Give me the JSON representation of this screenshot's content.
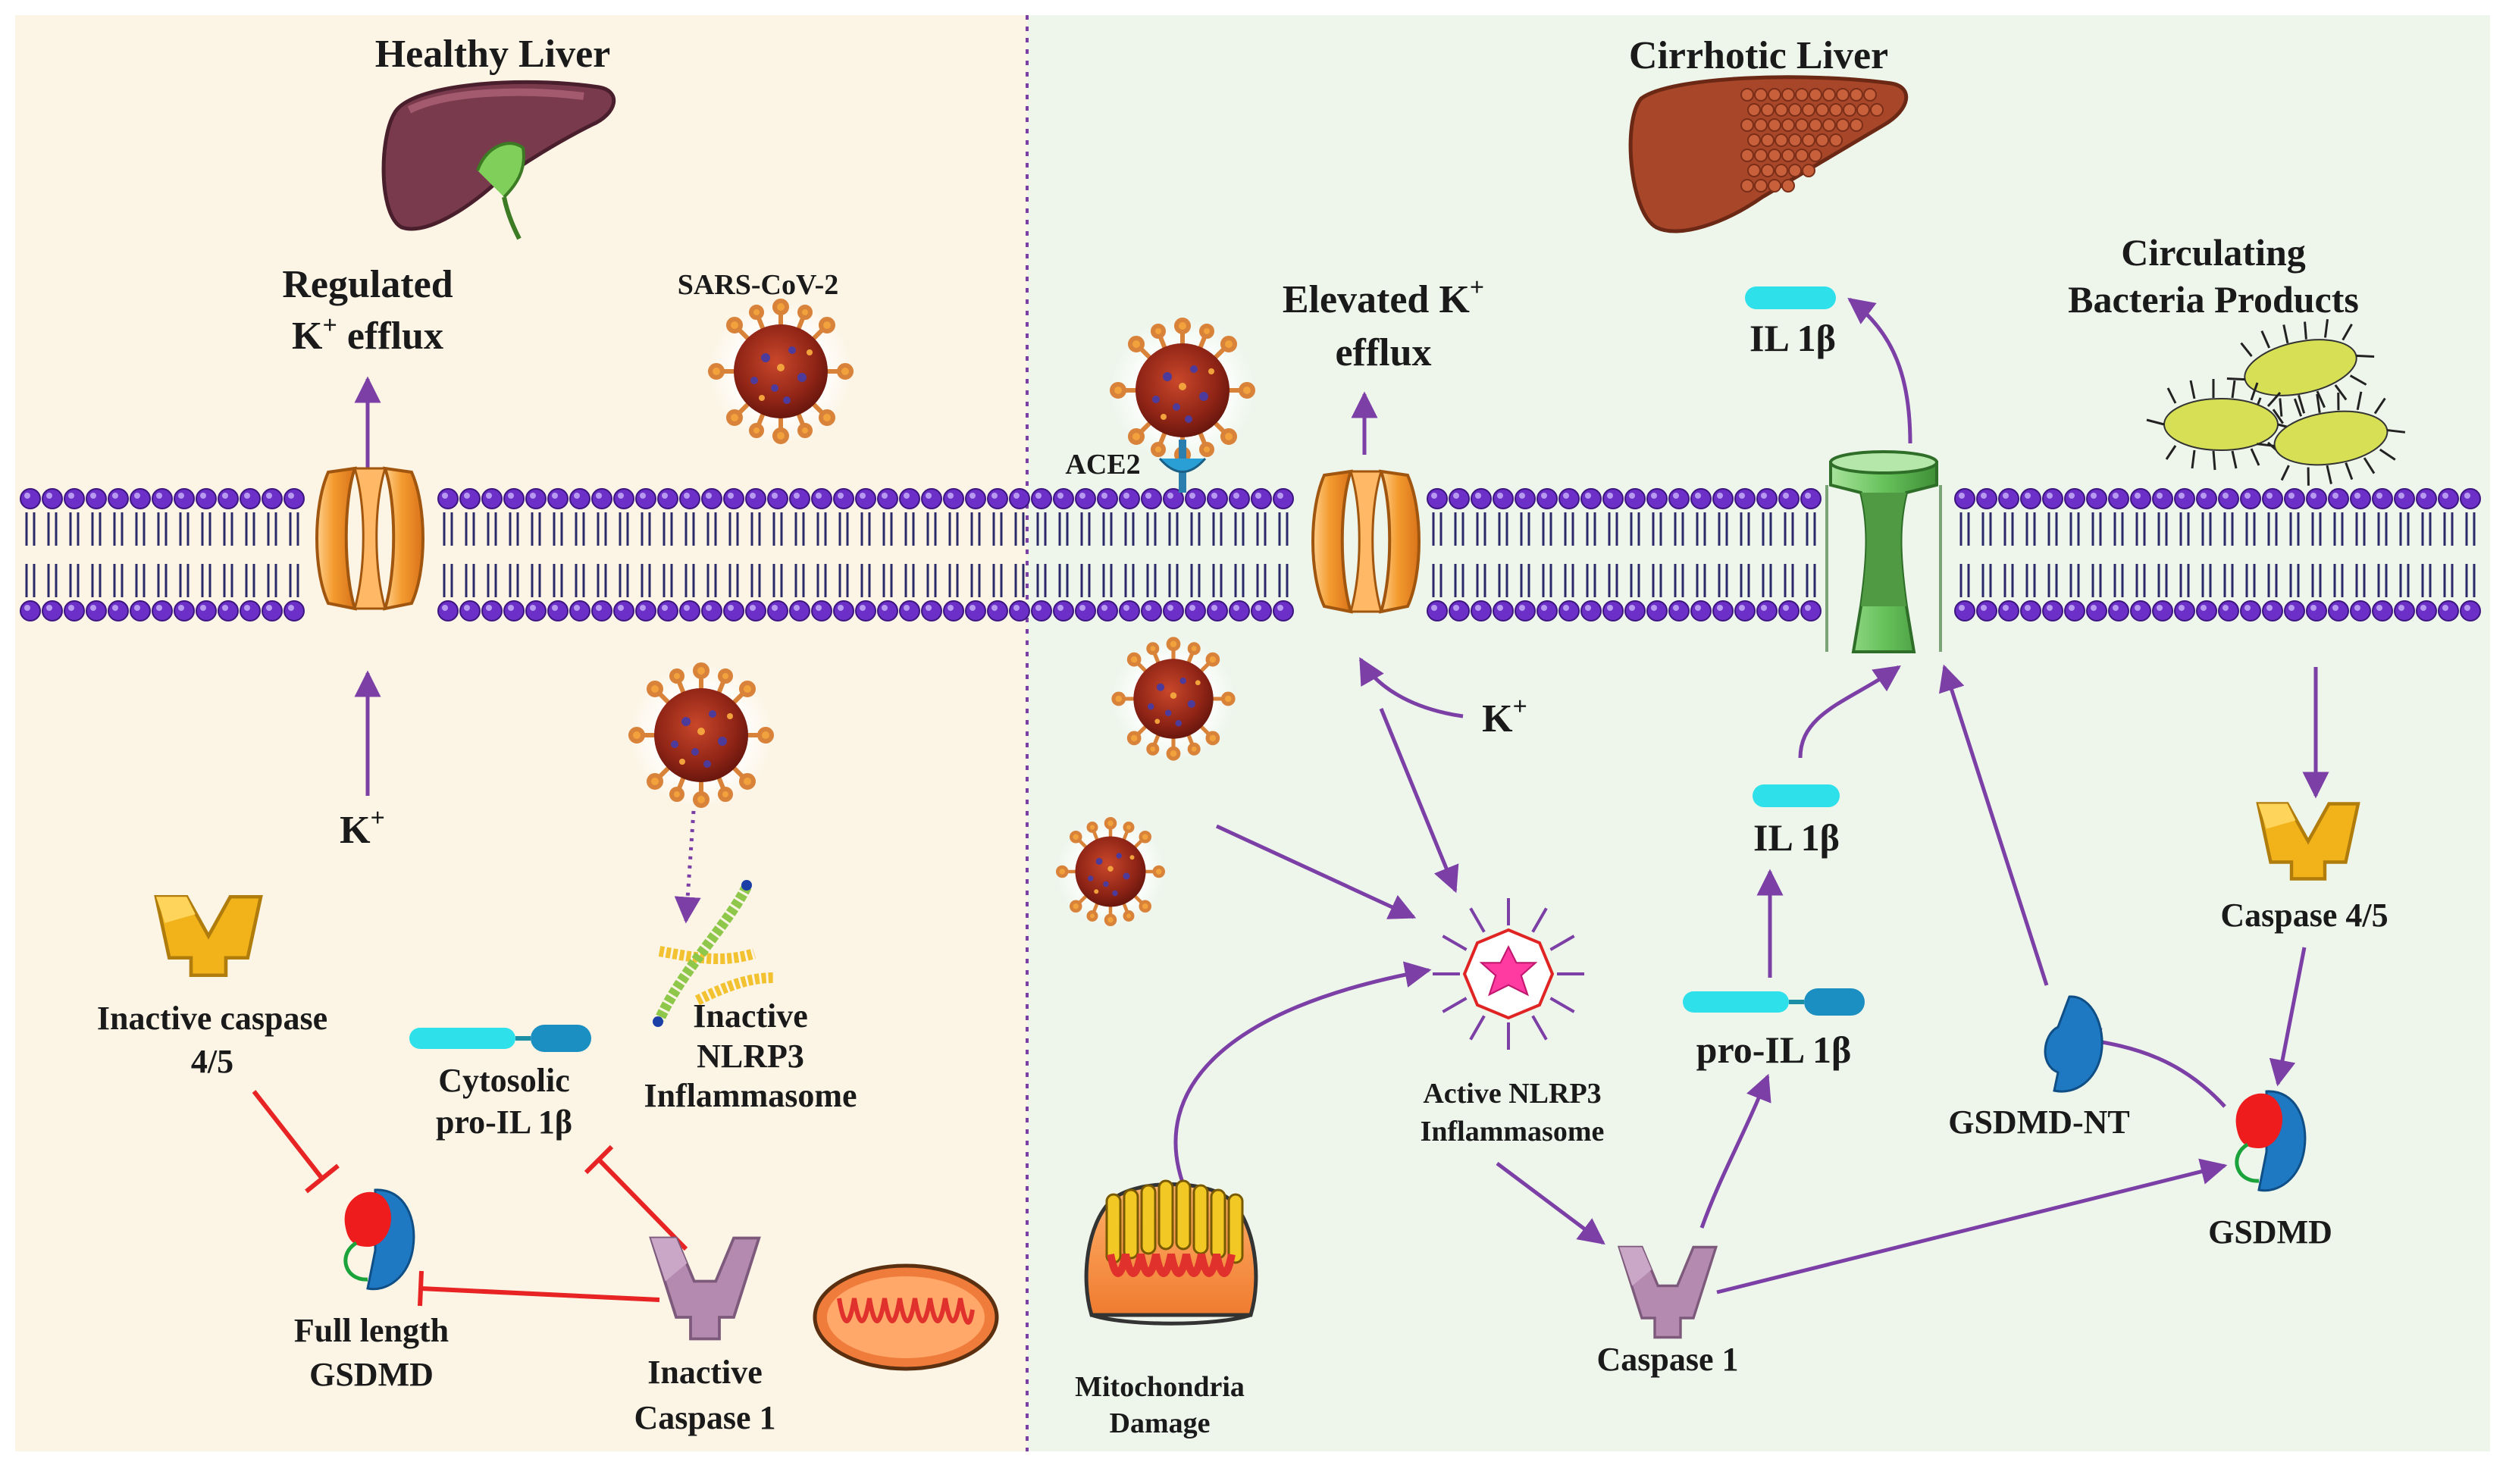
{
  "colors": {
    "healthy_bg": "#fcf5e6",
    "cirrhotic_bg": "#eef6ec",
    "membrane_head": "#6c2fc7",
    "arrow": "#7b3fa6",
    "inhibit": "#e82323",
    "k_channel": "#f39a2e",
    "il_channel": "#67c25b",
    "il1b": "#2ee0ea",
    "gsdmd_blue": "#1e78c2",
    "gsdmd_red": "#ee1c1c",
    "caspase1": "#b48ab1",
    "caspase45": "#f1b21a"
  },
  "icons": {
    "healthy_liver": "liver-icon",
    "cirrhotic_liver": "cirrhotic-liver-icon",
    "virus": "virus-icon",
    "bacteria": "bacteria-icon",
    "mitochondria": "mitochondria-icon",
    "inflammasome": "inflammasome-icon"
  },
  "healthy": {
    "title": "Healthy Liver",
    "regulated_l1": "Regulated",
    "regulated_l2_k": "K",
    "regulated_l2_sup": "+",
    "regulated_l2_rest": " efflux",
    "sars": "SARS-CoV-2",
    "k_in": "K",
    "k_in_sup": "+",
    "inactive_casp45_l1": "Inactive caspase",
    "inactive_casp45_l2": "4/5",
    "cytosolic_l1": "Cytosolic",
    "cytosolic_l2": "pro-IL 1β",
    "inactive_nlrp3_l1": "Inactive",
    "inactive_nlrp3_l2": "NLRP3",
    "inactive_nlrp3_l3": "Inflammasome",
    "full_gsdmd_l1": "Full length",
    "full_gsdmd_l2": "GSDMD",
    "inactive_casp1_l1": "Inactive",
    "inactive_casp1_l2": "Caspase 1"
  },
  "cirrhotic": {
    "title": "Cirrhotic Liver",
    "elevated_l1_text": "Elevated K",
    "elevated_l1_sup": "+",
    "elevated_l2": "efflux",
    "ace2": "ACE2",
    "k_in": "K",
    "k_in_sup": "+",
    "il1b_top": "IL 1β",
    "circ_l1": "Circulating",
    "circ_l2": "Bacteria Products",
    "il1b_mid": "IL 1β",
    "pro_il1b": "pro-IL 1β",
    "active_nlrp3_l1": "Active NLRP3",
    "active_nlrp3_l2": "Inflammasome",
    "casp45": "Caspase 4/5",
    "gsdmd_nt": "GSDMD-NT",
    "gsdmd": "GSDMD",
    "mito_l1": "Mitochondria",
    "mito_l2": "Damage",
    "casp1": "Caspase 1"
  }
}
